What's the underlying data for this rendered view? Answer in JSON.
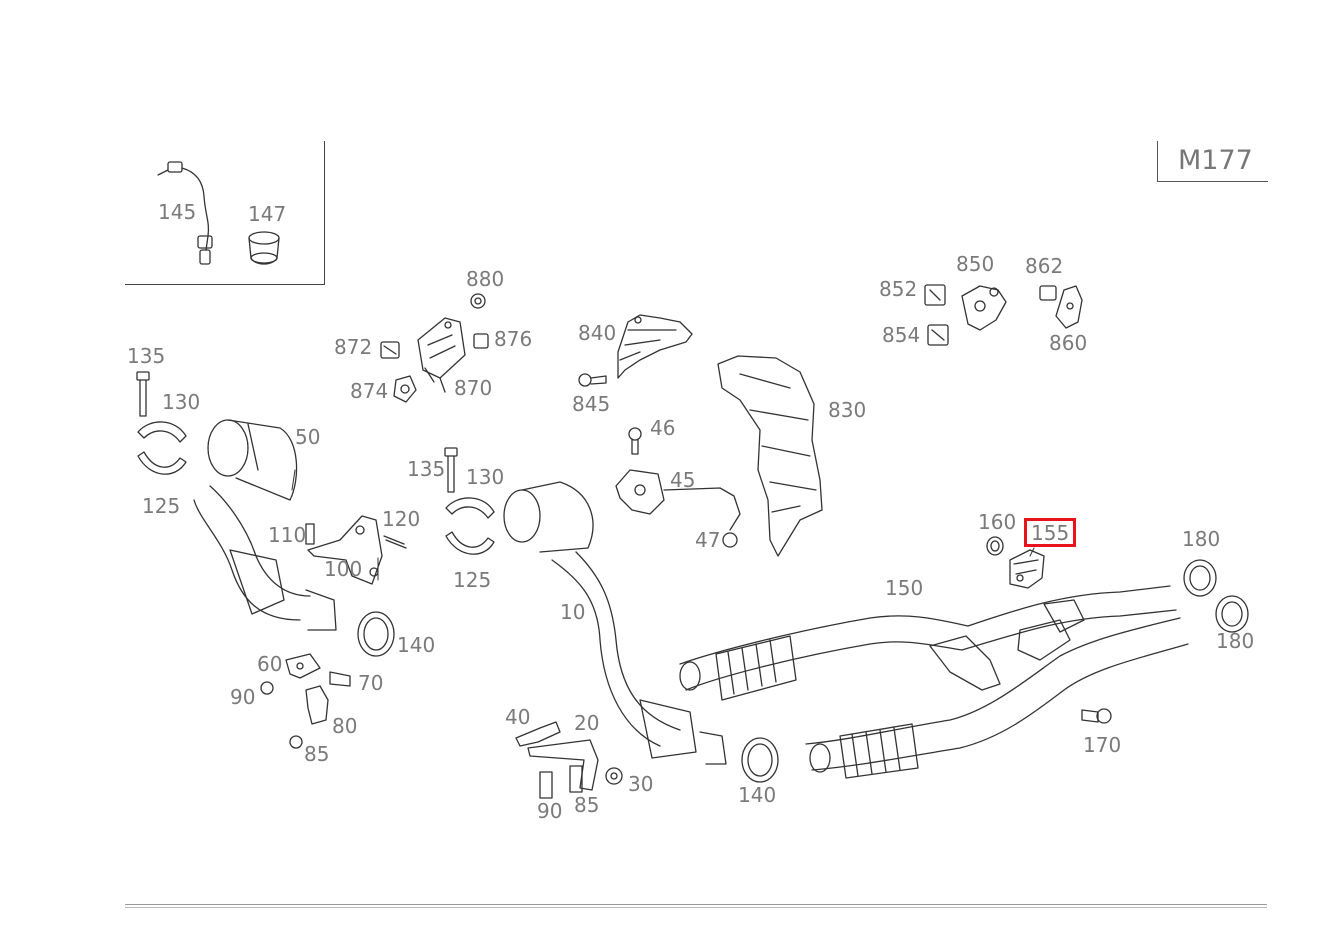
{
  "model": "M177",
  "highlighted_part": "155",
  "colors": {
    "highlight": "#e8131b",
    "label": "#7a7a7a",
    "line": "#333333"
  },
  "labels": {
    "p145": "145",
    "p147": "147",
    "p880": "880",
    "p872": "872",
    "p876": "876",
    "p874": "874",
    "p870": "870",
    "p840": "840",
    "p845": "845",
    "p852": "852",
    "p850": "850",
    "p862": "862",
    "p854": "854",
    "p860": "860",
    "p135a": "135",
    "p130a": "130",
    "p50": "50",
    "p125a": "125",
    "p830": "830",
    "p46": "46",
    "p135b": "135",
    "p130b": "130",
    "p45": "45",
    "p110": "110",
    "p120": "120",
    "p100": "100",
    "p125b": "125",
    "p47": "47",
    "p160": "160",
    "p155": "155",
    "p180a": "180",
    "p150": "150",
    "p10": "10",
    "p180b": "180",
    "p140a": "140",
    "p60": "60",
    "p70": "70",
    "p90a": "90",
    "p80": "80",
    "p85a": "85",
    "p40": "40",
    "p20": "20",
    "p170": "170",
    "p30": "30",
    "p140b": "140",
    "p90b": "90",
    "p85b": "85"
  }
}
